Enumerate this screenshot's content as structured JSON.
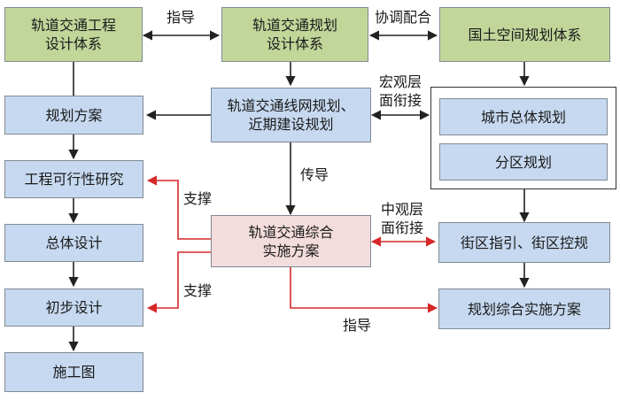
{
  "colors": {
    "green_fill": "#c2d69a",
    "blue_fill": "#c6d9f0",
    "pink_fill": "#f3dcdc",
    "black_arrow": "#222222",
    "red_arrow": "#d62828"
  },
  "nodes": {
    "rail_eng_system": "轨道交通工程\n设计体系",
    "rail_plan_system": "轨道交通规划\n设计体系",
    "territorial_system": "国土空间规划体系",
    "network_plan": "轨道交通线网规划、\n近期建设规划",
    "planning_scheme": "规划方案",
    "city_master_plan": "城市总体规划",
    "district_plan": "分区规划",
    "feasibility_study": "工程可行性研究",
    "overall_design": "总体设计",
    "preliminary_design": "初步设计",
    "construction_drawing": "施工图",
    "integrated_plan": "轨道交通综合\n实施方案",
    "block_guidance": "街区指引、街区控规",
    "integrated_scheme": "规划综合实施方案"
  },
  "labels": {
    "guide_top": "指导",
    "coordinate": "协调配合",
    "macro_interface": "宏观层\n面衔接",
    "transmit": "传导",
    "support_upper": "支撑",
    "support_lower": "支撑",
    "meso_interface": "中观层\n面衔接",
    "guide_bottom": "指导"
  }
}
